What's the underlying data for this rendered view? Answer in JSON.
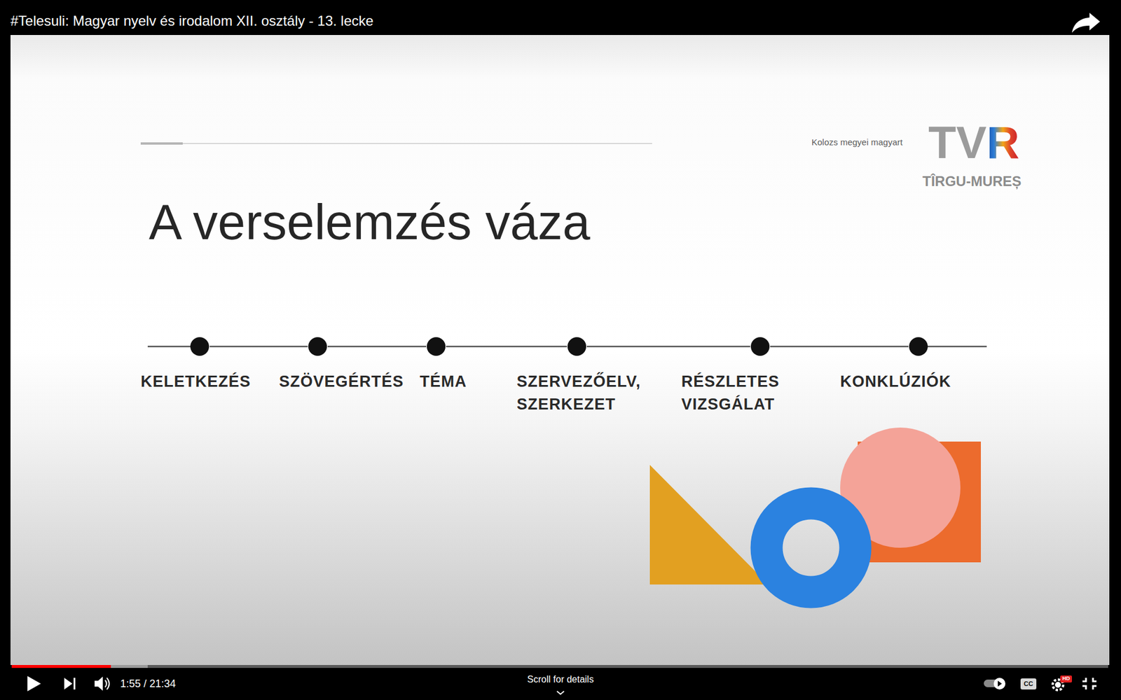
{
  "diagram": {
    "title": "A verselemzés váza",
    "nodes": [
      {
        "text": [
          "KELETKEZÉS"
        ]
      },
      {
        "text": [
          "SZÖVEGÉRTÉS"
        ]
      },
      {
        "text": [
          "TÉMA"
        ]
      },
      {
        "text": [
          "SZERVEZŐELV, SZERKEZET"
        ]
      },
      {
        "text": [
          "RÉSZLETES VIZSGÁLAT"
        ]
      },
      {
        "text": [
          "KONKLÚZIÓK"
        ]
      }
    ],
    "edges": [
      {
        "from": 0,
        "to": 1,
        "arrow": "none"
      },
      {
        "from": 1,
        "to": 2,
        "arrow": "none"
      },
      {
        "from": 2,
        "to": 3,
        "arrow": "none"
      },
      {
        "from": 3,
        "to": 4,
        "arrow": "none"
      },
      {
        "from": 4,
        "to": 5,
        "arrow": "none"
      }
    ],
    "labels": [
      "#Telesuli: Magyar nyelv és irodalom XII. osztály - 13. lecke",
      "Kolozs megyei magyart",
      "TVR",
      "TÎRGU-MUREȘ",
      "1:55 / 21:34",
      "Scroll for details",
      "CC",
      "HD"
    ]
  }
}
